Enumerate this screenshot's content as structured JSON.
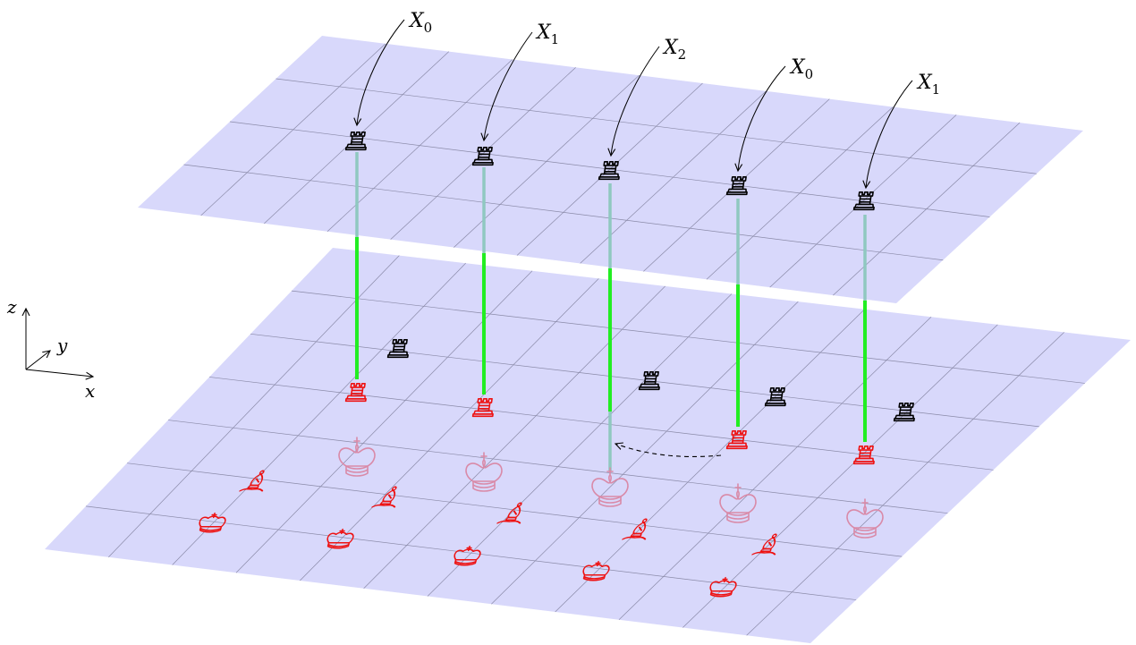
{
  "labels": [
    {
      "main": "X",
      "sub": "0"
    },
    {
      "main": "X",
      "sub": "1"
    },
    {
      "main": "X",
      "sub": "2"
    },
    {
      "main": "X",
      "sub": "0"
    },
    {
      "main": "X",
      "sub": "1"
    }
  ],
  "axes": {
    "x": "x",
    "y": "y",
    "z": "z"
  },
  "colors": {
    "plane_fill": "#d8d8fb",
    "grid_line": "#8a8aa8",
    "link_green": "#22ee22",
    "link_faded": "#8fc8c0",
    "red_piece": "#ee1111",
    "king_pink": "#d98aa8",
    "black_piece": "#000000"
  },
  "icons": {
    "rook": "chess-rook",
    "king": "chess-king",
    "bishop": "chess-bishop",
    "queen": "chess-queen"
  }
}
